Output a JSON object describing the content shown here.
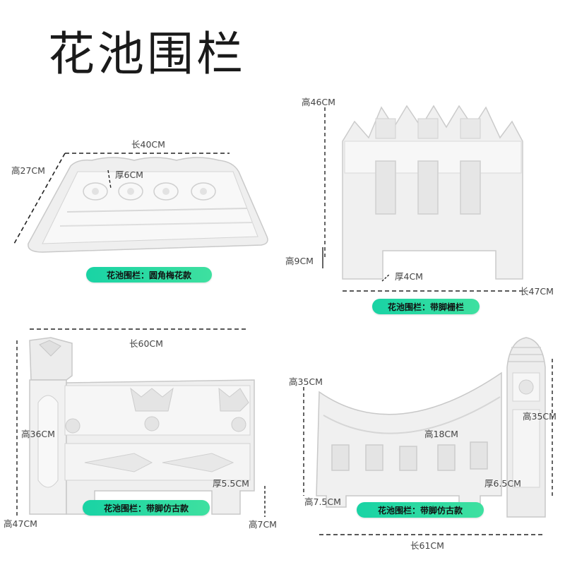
{
  "title": "花池围栏",
  "products": [
    {
      "label": "花池围栏：圆角梅花款",
      "dims": {
        "length": "长40CM",
        "height": "高27CM",
        "thickness": "厚6CM"
      }
    },
    {
      "label": "花池围栏：带脚栅栏",
      "dims": {
        "height": "高46CM",
        "foot_height": "高9CM",
        "thickness": "厚4CM",
        "length": "长47CM"
      }
    },
    {
      "label": "花池围栏：带脚仿古款",
      "dims": {
        "length": "长60CM",
        "height_inner": "高36CM",
        "thickness": "厚5.5CM",
        "height_total": "高47CM",
        "foot_height": "高7CM"
      }
    },
    {
      "label": "花池围栏：带脚仿古款",
      "dims": {
        "height_left": "高35CM",
        "height_right": "高35CM",
        "height_mid": "高18CM",
        "foot_height": "高7.5CM",
        "thickness": "厚6.5CM",
        "length": "长61CM"
      }
    }
  ],
  "colors": {
    "pill_start": "#19d3a4",
    "pill_end": "#3ee0a0",
    "product": "#f1f1f1",
    "dash": "#222222"
  }
}
